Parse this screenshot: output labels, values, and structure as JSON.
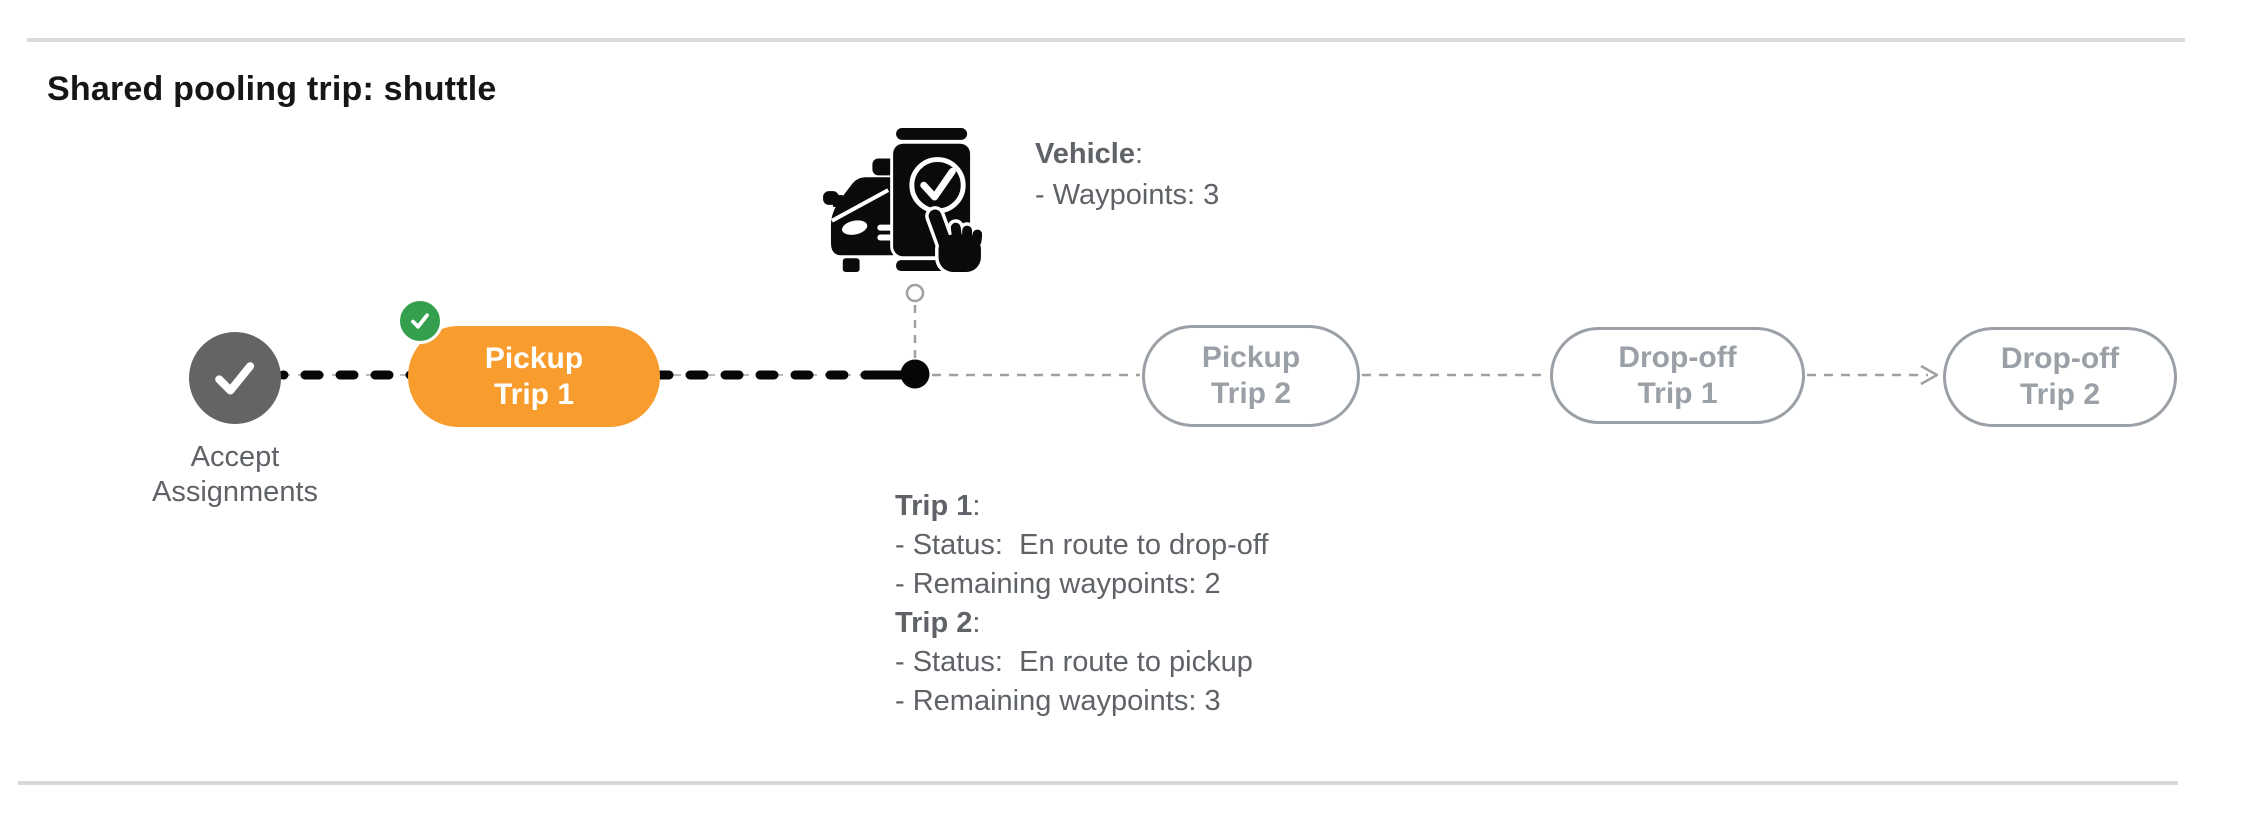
{
  "title": "Shared pooling trip: shuttle",
  "vehicle_info": {
    "heading": "Vehicle",
    "heading_colon": ":",
    "waypoints_line": "- Waypoints: 3"
  },
  "timeline": {
    "accept_label": "Accept Assignments",
    "pickup_trip1": {
      "line1": "Pickup",
      "line2": "Trip 1"
    },
    "pickup_trip2": {
      "line1": "Pickup",
      "line2": "Trip 2"
    },
    "dropoff_trip1": {
      "line1": "Drop-off",
      "line2": "Trip 1"
    },
    "dropoff_trip2": {
      "line1": "Drop-off",
      "line2": "Trip 2"
    }
  },
  "trip_info": {
    "trip1_heading": "Trip 1",
    "trip1_colon": ":",
    "trip1_status": "- Status:  En route to drop-off",
    "trip1_remaining": "- Remaining waypoints: 2",
    "trip2_heading": "Trip 2",
    "trip2_colon": ":",
    "trip2_status": "- Status:  En route to pickup",
    "trip2_remaining": "- Remaining waypoints: 3"
  },
  "icons": {
    "accept_check": "check-icon",
    "completed_badge": "check-badge-icon",
    "vehicle": "vehicle-phone-check-icon",
    "current_position": "timeline-dot"
  },
  "colors": {
    "accent_orange": "#F89C2E",
    "badge_green": "#34A04E",
    "done_gray": "#646464",
    "text_gray": "#5F6368",
    "pending_pill_gray": "#9AA0A6",
    "divider_gray": "#D9D9D9",
    "line_black": "#0A0A0A"
  }
}
